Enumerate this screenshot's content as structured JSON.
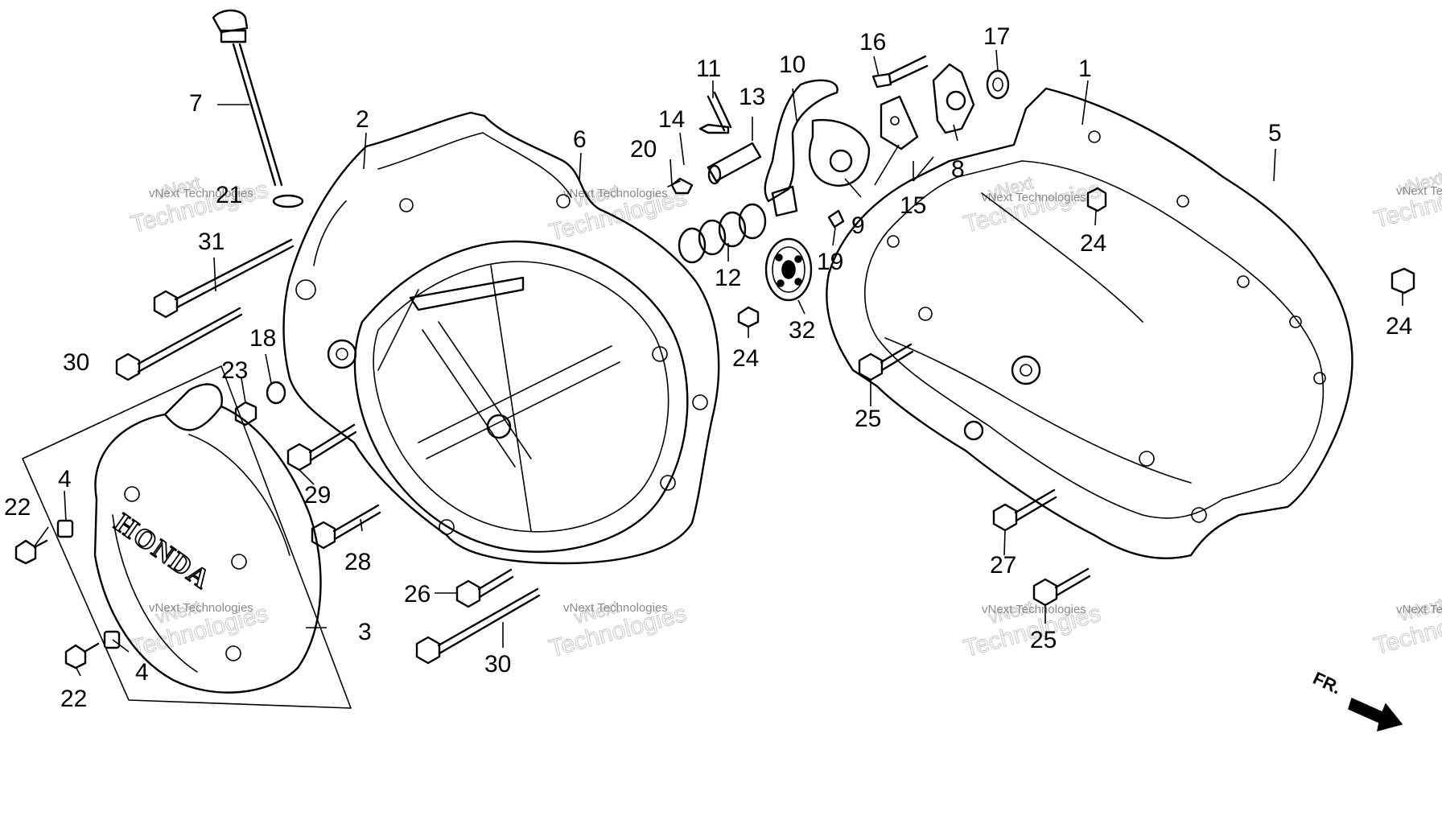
{
  "brand_text": "HONDA",
  "front_marker": "FR.",
  "watermark": {
    "company": "vNext Technologies",
    "line1": "vNext",
    "line2": "Technologies"
  },
  "callouts": {
    "c1": "1",
    "c2": "2",
    "c3": "3",
    "c4a": "4",
    "c4b": "4",
    "c5": "5",
    "c6": "6",
    "c7": "7",
    "c8": "8",
    "c9": "9",
    "c10": "10",
    "c11": "11",
    "c12": "12",
    "c13": "13",
    "c14": "14",
    "c15": "15",
    "c16": "16",
    "c17": "17",
    "c18": "18",
    "c19": "19",
    "c20": "20",
    "c21": "21",
    "c22a": "22",
    "c22b": "22",
    "c23": "23",
    "c24a": "24",
    "c24b": "24",
    "c24c": "24",
    "c25a": "25",
    "c25b": "25",
    "c26": "26",
    "c27": "27",
    "c28": "28",
    "c29": "29",
    "c30a": "30",
    "c30b": "30",
    "c31": "31",
    "c32": "32"
  }
}
